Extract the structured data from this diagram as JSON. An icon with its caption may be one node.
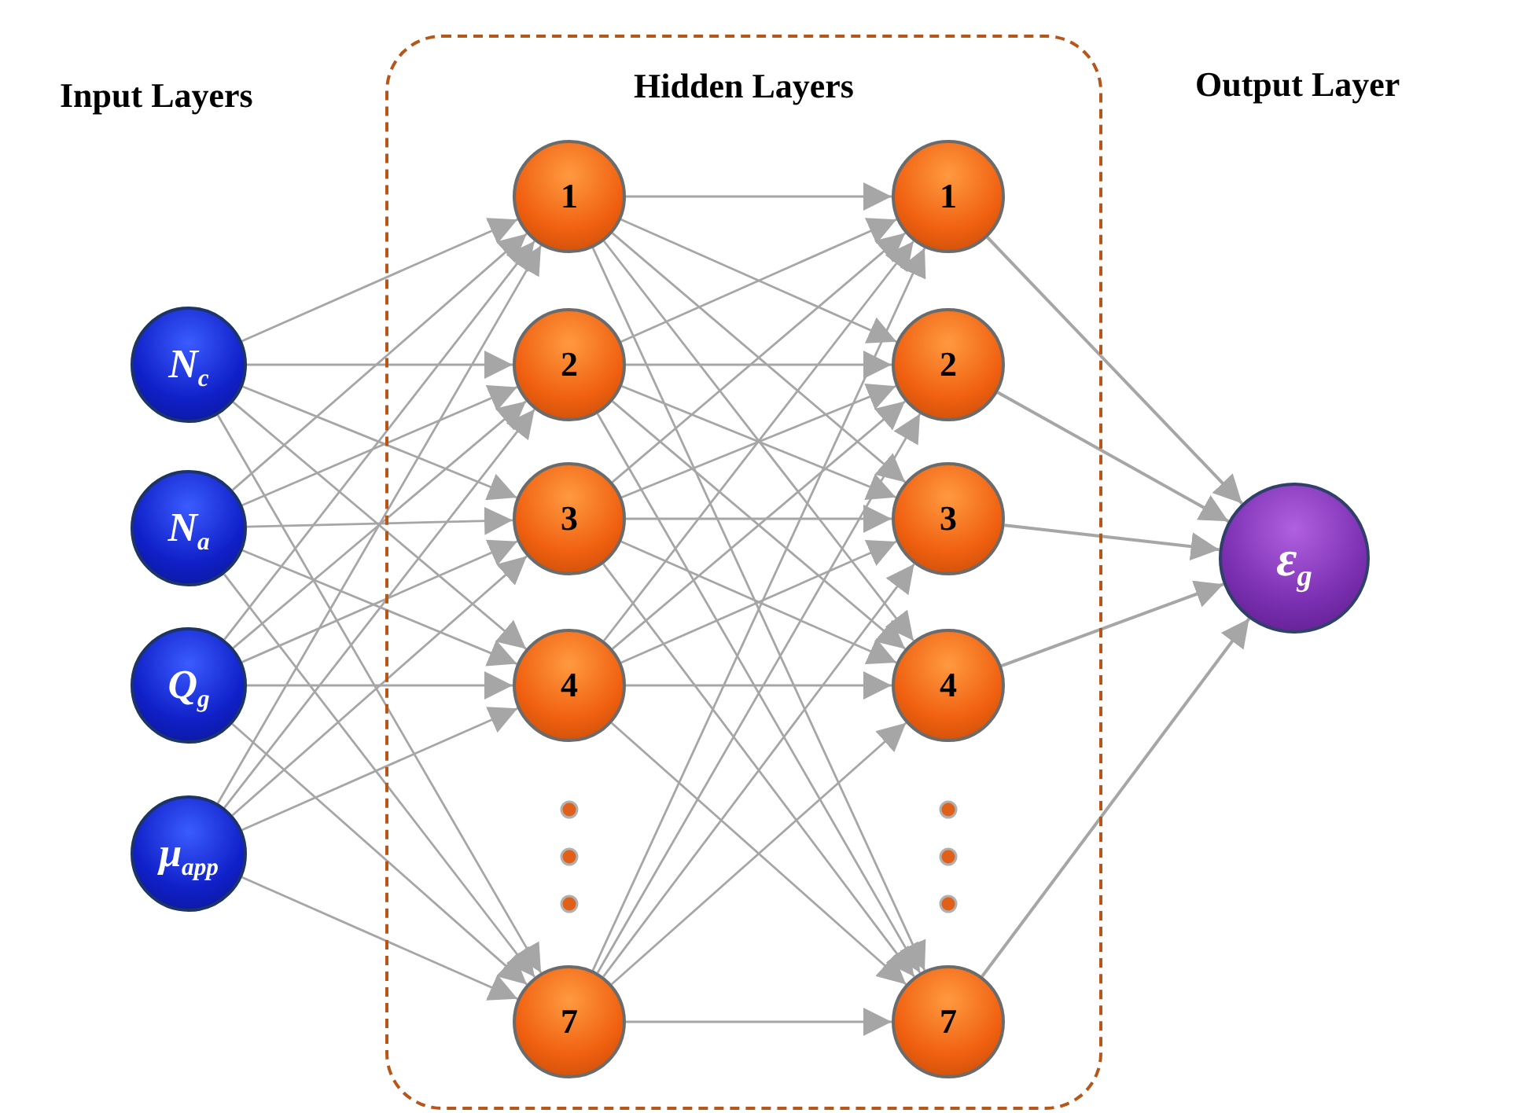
{
  "diagram": {
    "nodes": [
      {
        "text": [
          "N$_{c}$"
        ]
      },
      {
        "text": [
          "N$_{a}$"
        ]
      },
      {
        "text": [
          "Q$_{g}$"
        ]
      },
      {
        "text": [
          "μ$_{app}$"
        ]
      },
      {
        "text": [
          "Hidden Layers"
        ]
      },
      {
        "text": [
          "1"
        ],
        "in": 4
      },
      {
        "text": [
          "2"
        ],
        "in": 4
      },
      {
        "text": [
          "3"
        ],
        "in": 4
      },
      {
        "text": [
          "4"
        ],
        "in": 4
      },
      {
        "text": [
          "7"
        ],
        "in": 4
      },
      {
        "text": [
          "1"
        ],
        "in": 4
      },
      {
        "text": [
          "2"
        ],
        "in": 4
      },
      {
        "text": [
          "3"
        ],
        "in": 4
      },
      {
        "text": [
          "4"
        ],
        "in": 4
      },
      {
        "text": [
          "7"
        ],
        "in": 4
      },
      {
        "text": [
          "ε$_{g}$"
        ]
      }
    ],
    "edges": [
      {
        "from": 0,
        "to": 5,
        "arrow": "to"
      },
      {
        "from": 0,
        "to": 6,
        "arrow": "to"
      },
      {
        "from": 0,
        "to": 7,
        "arrow": "to"
      },
      {
        "from": 0,
        "to": 8,
        "arrow": "to"
      },
      {
        "from": 0,
        "to": 9,
        "arrow": "to"
      },
      {
        "from": 1,
        "to": 5,
        "arrow": "to"
      },
      {
        "from": 1,
        "to": 6,
        "arrow": "to"
      },
      {
        "from": 1,
        "to": 7,
        "arrow": "to"
      },
      {
        "from": 1,
        "to": 8,
        "arrow": "to"
      },
      {
        "from": 1,
        "to": 9,
        "arrow": "to"
      },
      {
        "from": 2,
        "to": 5,
        "arrow": "to"
      },
      {
        "from": 2,
        "to": 6,
        "arrow": "to"
      },
      {
        "from": 2,
        "to": 7,
        "arrow": "to"
      },
      {
        "from": 2,
        "to": 8,
        "arrow": "to"
      },
      {
        "from": 2,
        "to": 9,
        "arrow": "to"
      },
      {
        "from": 3,
        "to": 5,
        "arrow": "to"
      },
      {
        "from": 3,
        "to": 6,
        "arrow": "to"
      },
      {
        "from": 3,
        "to": 7,
        "arrow": "to"
      },
      {
        "from": 3,
        "to": 8,
        "arrow": "to"
      },
      {
        "from": 3,
        "to": 9,
        "arrow": "to"
      },
      {
        "from": 5,
        "to": 10,
        "arrow": "to"
      },
      {
        "from": 5,
        "to": 11,
        "arrow": "to"
      },
      {
        "from": 5,
        "to": 12,
        "arrow": "to"
      },
      {
        "from": 5,
        "to": 13,
        "arrow": "to"
      },
      {
        "from": 5,
        "to": 14,
        "arrow": "to"
      },
      {
        "from": 6,
        "to": 10,
        "arrow": "to"
      },
      {
        "from": 6,
        "to": 11,
        "arrow": "to"
      },
      {
        "from": 6,
        "to": 12,
        "arrow": "to"
      },
      {
        "from": 6,
        "to": 13,
        "arrow": "to"
      },
      {
        "from": 6,
        "to": 14,
        "arrow": "to"
      },
      {
        "from": 7,
        "to": 10,
        "arrow": "to"
      },
      {
        "from": 7,
        "to": 11,
        "arrow": "to"
      },
      {
        "from": 7,
        "to": 12,
        "arrow": "to"
      },
      {
        "from": 7,
        "to": 13,
        "arrow": "to"
      },
      {
        "from": 7,
        "to": 14,
        "arrow": "to"
      },
      {
        "from": 8,
        "to": 10,
        "arrow": "to"
      },
      {
        "from": 8,
        "to": 11,
        "arrow": "to"
      },
      {
        "from": 8,
        "to": 12,
        "arrow": "to"
      },
      {
        "from": 8,
        "to": 13,
        "arrow": "to"
      },
      {
        "from": 8,
        "to": 14,
        "arrow": "to"
      },
      {
        "from": 9,
        "to": 10,
        "arrow": "to"
      },
      {
        "from": 9,
        "to": 11,
        "arrow": "to"
      },
      {
        "from": 9,
        "to": 12,
        "arrow": "to"
      },
      {
        "from": 9,
        "to": 13,
        "arrow": "to"
      },
      {
        "from": 9,
        "to": 14,
        "arrow": "to"
      },
      {
        "from": 10,
        "to": 15,
        "arrow": "to"
      },
      {
        "from": 11,
        "to": 15,
        "arrow": "to"
      },
      {
        "from": 12,
        "to": 15,
        "arrow": "to"
      },
      {
        "from": 13,
        "to": 15,
        "arrow": "to"
      },
      {
        "from": 14,
        "to": 15,
        "arrow": "to"
      }
    ],
    "labels": [
      "Input Layers",
      "Output Layer"
    ]
  }
}
